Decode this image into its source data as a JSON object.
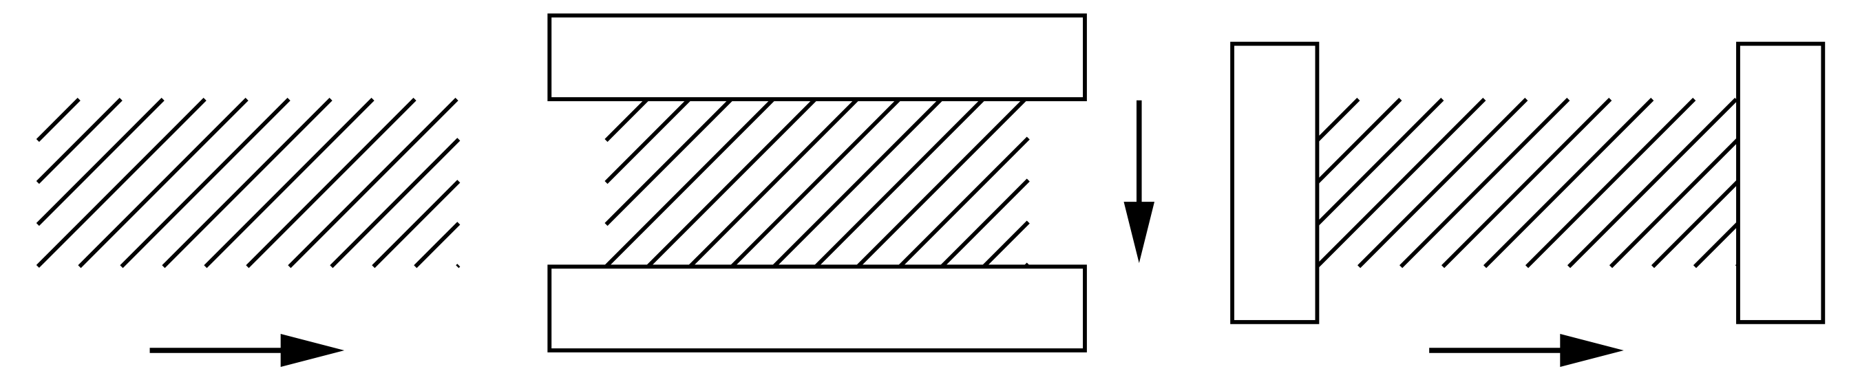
{
  "diagram": {
    "panels": [
      {
        "id": "free-sample",
        "elements": [
          "hatched-sample",
          "arrow-right"
        ]
      },
      {
        "id": "horizontal-plates",
        "elements": [
          "top-plate",
          "hatched-sample",
          "bottom-plate",
          "arrow-down"
        ]
      },
      {
        "id": "vertical-plates",
        "elements": [
          "left-plate",
          "hatched-sample",
          "right-plate",
          "arrow-right"
        ]
      }
    ],
    "colors": {
      "stroke": "#000000",
      "fill": "#ffffff",
      "background": "#ffffff"
    },
    "hatch_direction": "diagonal-up-right"
  }
}
